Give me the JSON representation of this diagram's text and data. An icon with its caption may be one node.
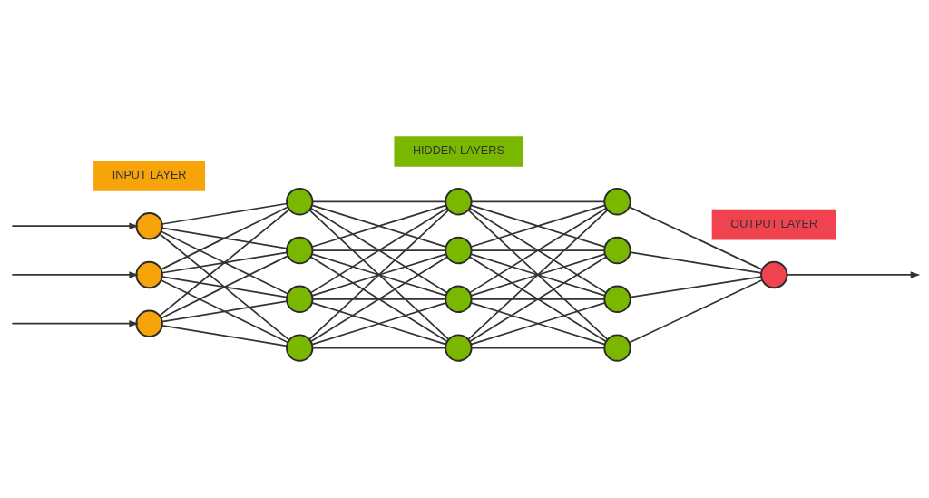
{
  "diagram": {
    "nodes": [
      {
        "text": [],
        "shape": "circle"
      },
      {
        "text": [],
        "shape": "circle"
      },
      {
        "text": [],
        "shape": "circle"
      },
      {
        "text": [],
        "shape": "circle"
      },
      {
        "text": [],
        "shape": "circle"
      },
      {
        "text": [],
        "shape": "circle"
      },
      {
        "text": [],
        "shape": "circle"
      },
      {
        "text": [],
        "shape": "circle"
      },
      {
        "text": [],
        "shape": "circle"
      },
      {
        "text": [],
        "shape": "circle"
      },
      {
        "text": [],
        "shape": "circle"
      },
      {
        "text": [],
        "shape": "circle"
      },
      {
        "text": [],
        "shape": "circle"
      },
      {
        "text": [],
        "shape": "circle"
      },
      {
        "text": [],
        "shape": "circle"
      },
      {
        "text": [],
        "shape": "circle"
      },
      {
        "text": [
          "INPUT LAYER"
        ]
      },
      {
        "text": [
          "HIDDEN LAYERS"
        ]
      },
      {
        "text": [
          "OUTPUT LAYER"
        ]
      }
    ],
    "edges": [
      {
        "from": null,
        "to": 0,
        "arrow": "to"
      },
      {
        "from": null,
        "to": 1,
        "arrow": "to"
      },
      {
        "from": null,
        "to": 2,
        "arrow": "to"
      },
      {
        "from": 0,
        "to": 3,
        "arrow": "none"
      },
      {
        "from": 0,
        "to": 4,
        "arrow": "none"
      },
      {
        "from": 0,
        "to": 5,
        "arrow": "none"
      },
      {
        "from": 0,
        "to": 6,
        "arrow": "none"
      },
      {
        "from": 1,
        "to": 3,
        "arrow": "none"
      },
      {
        "from": 1,
        "to": 4,
        "arrow": "none"
      },
      {
        "from": 1,
        "to": 5,
        "arrow": "none"
      },
      {
        "from": 1,
        "to": 6,
        "arrow": "none"
      },
      {
        "from": 2,
        "to": 3,
        "arrow": "none"
      },
      {
        "from": 2,
        "to": 4,
        "arrow": "none"
      },
      {
        "from": 2,
        "to": 5,
        "arrow": "none"
      },
      {
        "from": 2,
        "to": 6,
        "arrow": "none"
      },
      {
        "from": 3,
        "to": 7,
        "arrow": "none"
      },
      {
        "from": 3,
        "to": 8,
        "arrow": "none"
      },
      {
        "from": 3,
        "to": 9,
        "arrow": "none"
      },
      {
        "from": 3,
        "to": 10,
        "arrow": "none"
      },
      {
        "from": 4,
        "to": 7,
        "arrow": "none"
      },
      {
        "from": 4,
        "to": 8,
        "arrow": "none"
      },
      {
        "from": 4,
        "to": 9,
        "arrow": "none"
      },
      {
        "from": 4,
        "to": 10,
        "arrow": "none"
      },
      {
        "from": 5,
        "to": 7,
        "arrow": "none"
      },
      {
        "from": 5,
        "to": 8,
        "arrow": "none"
      },
      {
        "from": 5,
        "to": 9,
        "arrow": "none"
      },
      {
        "from": 5,
        "to": 10,
        "arrow": "none"
      },
      {
        "from": 6,
        "to": 7,
        "arrow": "none"
      },
      {
        "from": 6,
        "to": 8,
        "arrow": "none"
      },
      {
        "from": 6,
        "to": 9,
        "arrow": "none"
      },
      {
        "from": 6,
        "to": 10,
        "arrow": "none"
      },
      {
        "from": 7,
        "to": 11,
        "arrow": "none"
      },
      {
        "from": 7,
        "to": 12,
        "arrow": "none"
      },
      {
        "from": 7,
        "to": 13,
        "arrow": "none"
      },
      {
        "from": 7,
        "to": 14,
        "arrow": "none"
      },
      {
        "from": 8,
        "to": 11,
        "arrow": "none"
      },
      {
        "from": 8,
        "to": 12,
        "arrow": "none"
      },
      {
        "from": 8,
        "to": 13,
        "arrow": "none"
      },
      {
        "from": 8,
        "to": 14,
        "arrow": "none"
      },
      {
        "from": 9,
        "to": 11,
        "arrow": "none"
      },
      {
        "from": 9,
        "to": 12,
        "arrow": "none"
      },
      {
        "from": 9,
        "to": 13,
        "arrow": "none"
      },
      {
        "from": 9,
        "to": 14,
        "arrow": "none"
      },
      {
        "from": 10,
        "to": 11,
        "arrow": "none"
      },
      {
        "from": 10,
        "to": 12,
        "arrow": "none"
      },
      {
        "from": 10,
        "to": 13,
        "arrow": "none"
      },
      {
        "from": 10,
        "to": 14,
        "arrow": "none"
      },
      {
        "from": 11,
        "to": 15,
        "arrow": "none"
      },
      {
        "from": 12,
        "to": 15,
        "arrow": "none"
      },
      {
        "from": 13,
        "to": 15,
        "arrow": "none"
      },
      {
        "from": 14,
        "to": 15,
        "arrow": "none"
      },
      {
        "from": 15,
        "to": null,
        "arrow": "to"
      }
    ]
  }
}
